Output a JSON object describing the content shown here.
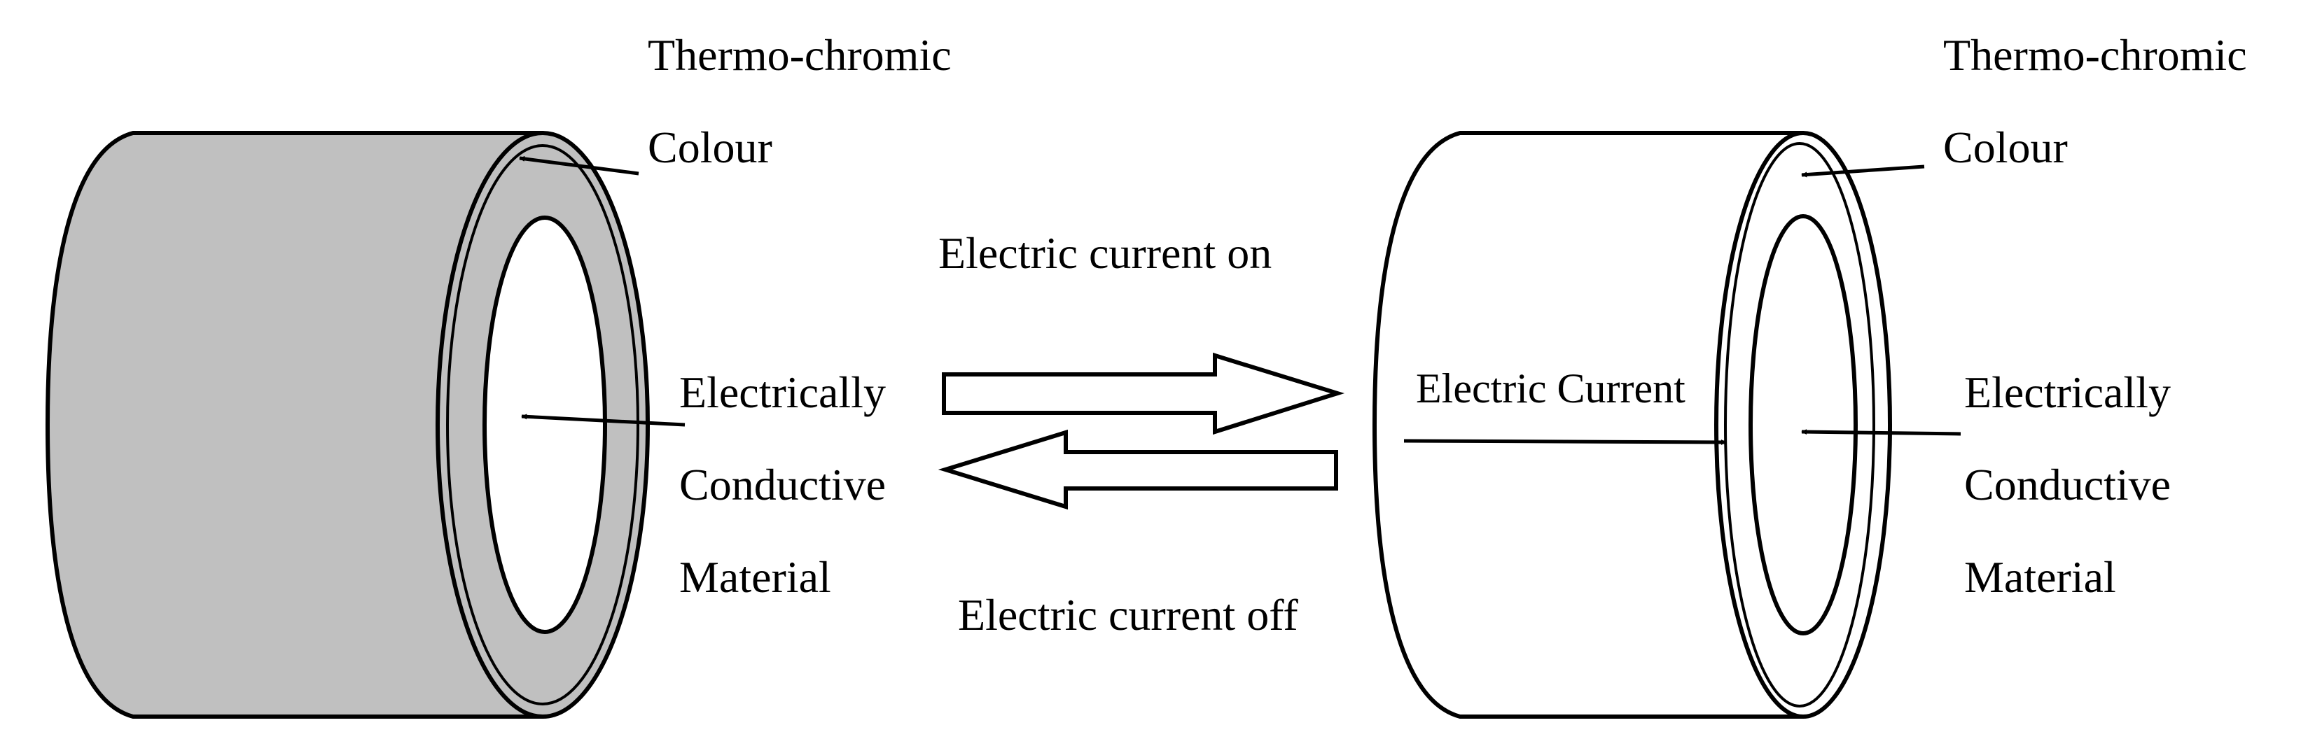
{
  "colors": {
    "stroke": "#000000",
    "coloured_layer": "#c0c0c0",
    "background": "#ffffff"
  },
  "left_cylinder": {
    "label_layer_line1": "Thermo-chromic",
    "label_layer_line2": "Colour",
    "label_core_line1": "Electrically",
    "label_core_line2": "Conductive",
    "label_core_line3": "Material"
  },
  "transition": {
    "on_label": "Electric current on",
    "off_label": "Electric current off"
  },
  "right_cylinder": {
    "label_layer_line1": "Thermo-chromic",
    "label_layer_line2": "Colour",
    "current_label": "Electric Current",
    "label_core_line1": "Electrically",
    "label_core_line2": "Conductive",
    "label_core_line3": "Material"
  }
}
